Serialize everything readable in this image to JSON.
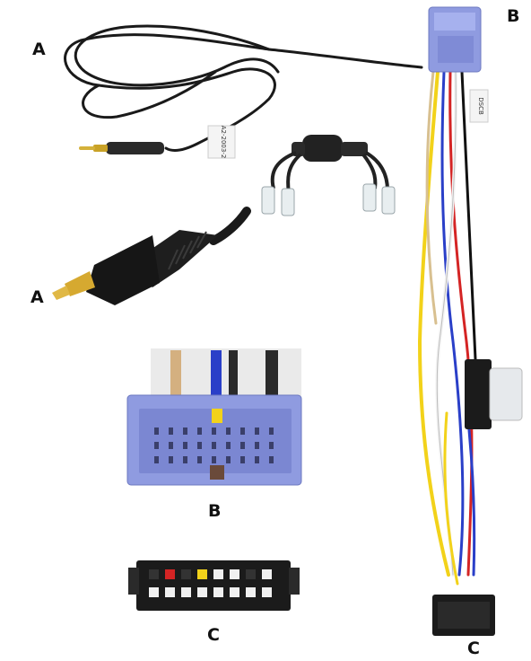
{
  "labels": {
    "a_top": "A",
    "a_bottom": "A",
    "b_top": "B",
    "b_detail": "B",
    "c_detail": "C",
    "c_bottom": "C"
  },
  "tags": {
    "cable_tag": "A2-2003-2",
    "harness_tag": "DSCB"
  },
  "colors": {
    "cable_black": "#1a1a1a",
    "gold_tip": "#c9a227",
    "connector_blue": "#8f9be0",
    "connector_black": "#1b1b1b",
    "wire_yellow": "#f2d21a",
    "wire_red": "#d42424",
    "wire_blue": "#2a3fc8",
    "wire_white": "#f4f4f4"
  },
  "icons": [
    "audio-jack-plug",
    "wire-splice",
    "blue-connector",
    "black-connector"
  ]
}
